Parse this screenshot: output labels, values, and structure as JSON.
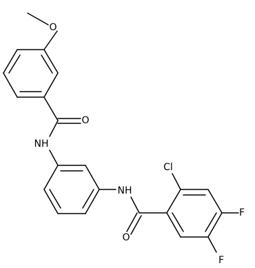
{
  "labels": {
    "oxygen_methoxy": "O",
    "oxygen_upper_carbonyl": "O",
    "nitrogen_upper_amide": "NH",
    "nitrogen_lower_amide": "NH",
    "chlorine": "Cl",
    "fluorine_upper": "F",
    "fluorine_lower": "F",
    "oxygen_lower_carbonyl": "O"
  }
}
